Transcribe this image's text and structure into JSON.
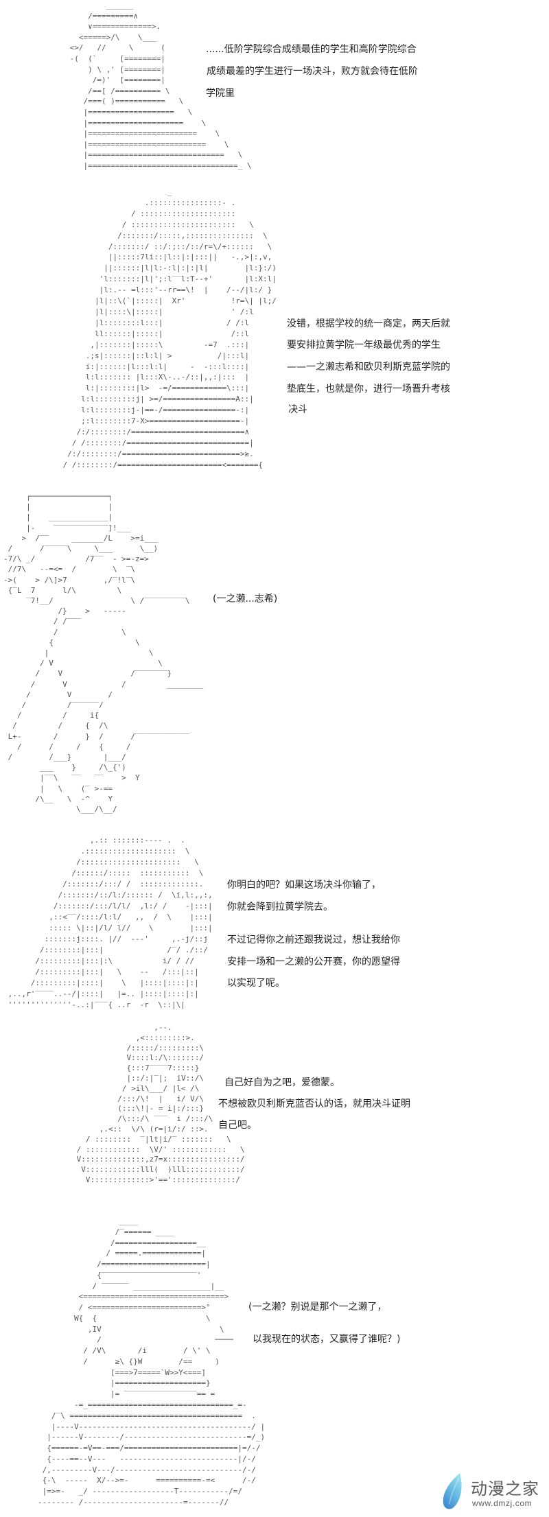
{
  "page": {
    "background": "#ffffff",
    "text_color": "#222222",
    "art_color": "#555555"
  },
  "panels": [
    {
      "id": "panel-1",
      "art": [
        "         ______",
        "     /=========∧",
        "     ∨=============>.",
        "   <=====>/\\    \\___",
        " <>/   //     \\      (",
        " -(  (`     [========|",
        "     ) \\ ,' [========|",
        "      /=)'  [========|",
        "     /==[ /========== \\",
        "    /===( )===========   \\",
        "    |===================   \\",
        "    |=====================    \\",
        "    |========================    \\",
        "    |==========================    \\",
        "    |==============================   \\",
        "    |=================================_ \\"
      ],
      "dialogue": [
        "......低阶学院综合成绩最佳的学生和高阶学院综合",
        "成绩最差的学生进行一场决斗，败方就会待在低阶",
        "学院里"
      ]
    },
    {
      "id": "panel-2",
      "art": [
        "                        _",
        "                   .::::::::::::::::- .",
        "                / :::::::::::::::::::::",
        "              / :::::::::::::::::::::::   \\",
        "             /:::::::/:::::,:::::::::::::::  \\",
        "           /:::::::/ ::/:;::/::/r=\\/+::::::   \\",
        "           ||:::::7li::|l::|:|:::||   -.,>|:,v,",
        "          ||::::::|l|l:-:l|:|:|l|        |l:}:/)",
        "         'l:::::::|l|';:l‾‾l:T--+'       |l:X:l|",
        "         |l:.-- =l:::'--rr==\\!  |    /--/|l:/ }",
        "        |l|::\\(`|:::::|  Xr'          !r=\\| |l;/",
        "        |l|::::\\|:::::|               ' /:l",
        "        |l::::::::l:::|              / /:l",
        "        ll::::::|:::::|               /::l",
        "       ,|:::::::|:::::\\         -=7  .:::|",
        "      .;s|::::::|::l:l| >          /|:::l|",
        "      i:|::::::|l:::l:l|     -  -:::l::::|",
        "      l:l::::::: |l:::X\\-..-/::|,,:|:::  |",
        "      l:|::::::::|l>  -=/============\\:::|",
        "     l:l:::::::::j| >=/================A::|",
        "     l:l::::::::j-|==-/================-:|",
        "     ;:l::::::::7-X>====================-|",
        "    /:/::::::::/=========================∧",
        "   / /::::::::/===========================|",
        "  /:/::::::::/==========================>≥.",
        " / /::::::::/=======================<======={"
      ],
      "dialogue": [
        "没错，根据学校的统一商定，两天后就",
        "要安排拉黄学院一年级最优秀的学生",
        "——一之濑志希和欧贝利斯克蓝学院的",
        "垫底生，也就是你，进行一场晋升考核",
        "决斗"
      ]
    },
    {
      "id": "panel-3",
      "art": [
        "     ┌─────────────────┐",
        "     |                 |",
        "     |    _____________|",
        "     |-    ‾‾‾‾‾‾‾‾‾‾‾‾]!___",
        "    >  /‾‾     _______/L    >=i___",
        " /      /‾‾‾‾‾\\     \\___      \\__)",
        "-7/\\ _/           /7‾‾  - >=-z=>",
        " //7\\   --=<=  /        \\  ‾\\",
        "->(    > /\\]>7        ,/‾!l‾\\",
        " {‾L  7      l/\\         \\",
        "     ‾7!__/                 \\ /‾‾‾‾‾‾‾‾‾\\",
        "            /}    >   -----",
        "           / /‾‾‾",
        "           /              \\",
        "          {                  \\",
        "         |                      \\",
        "        / V                       \\",
        "       /    V               /‾‾‾‾‾‾‾}",
        "      /      V            /         ________",
        "     /        V        /",
        "    /         /‾‾‾‾‾‾/",
        "   /         /     i{",
        "  /         /     {  /\\",
        " L+-       /      }  /      /‾‾‾‾‾‾‾‾‾‾‾‾",
        "   /      /     /    {     /",
        " /        /___}       |___/",
        "        ___    }     /\\_{')",
        "        |‾‾\\   ‾‾   ‾‾    >  Y",
        "        |   \\    (‾ >-==",
        "       /\\__   \\  -^    Y",
        "                \\___/\\__/"
      ],
      "dialogue": [
        "(一之濑...志希)"
      ]
    },
    {
      "id": "panel-4",
      "art": [
        "                   ,.:: :::::::---- .  .",
        "                 .::::::::::::::::::::  \\",
        "                /::::::::::::::::::::::   \\",
        "               /::::::/:::::  :::::::::::  \\",
        "             /:::::::/:::/ /  :::::::::::::.",
        "            /:::::::/::/l:/:::::: /  \\i,l:,,:,",
        "           /:::::::/:::/l/l/  ,l:/ /    -|:::|",
        "          ,::<‾‾/::::/l:l/   ,,  /  \\    |:::|",
        "          ::::: \\|::|/l/ l//    \\        |:::|",
        "         :::::::j::::. |//  ---'     ,.-j/::j",
        "        /::::::::|:::|              /‾/ ./::/",
        "       /:::::::::|:::|:\\           i/ / //",
        "       /:::::::::|:::|   \\    --   /:::|::|",
        "      /:::::::::|::::|    \\   |::::|::::|:|",
        " ,..,r'‾‾‾‾..--/|::::|   |=.. |::::|::::|:|",
        " ''''''''''''''-..:|‾‾‾{ ..r  -r  \\::|\\|"
      ],
      "dialogue": [
        "你明白的吧？如果这场决斗你输了，",
        "你就会降到拉黄学院去。",
        "不过记得你之前还跟我说过，想让我给你",
        "安排一场和一之濑的公开赛，你的愿望得",
        "以实现了呢。"
      ]
    },
    {
      "id": "panel-5",
      "art": [
        "                  ,--.",
        "              ,<:::::::::>.",
        "            /:::::/:::::::::\\",
        "            V::::l:/\\:::::::/",
        "            {:::7‾‾‾‾7:::::}",
        "            |::/:|‾|;  iV::/\\",
        "           / >il\\___/ |l< /\\",
        "          /:::/\\!  |   i/ V/\\",
        "          (:::\\!|- = i|:/:::}",
        "          /\\:::/\\ ‾‾‾  i /:::/\\",
        "      ,.<::  \\/\\ (r=|i/:/ ::>.",
        "   / ::::::::  ‾|lt|i/‾ :::::::   \\",
        " / ::::::::::::  \\V/' ::::::::::::   \\",
        " V::::::::::::::,z7=x::::::::::::::::/",
        "  V::::::::::::lll(  )lll::::::::::::/",
        "   V:::::::::::::>'=='::::::::::::::/"
      ],
      "dialogue": [
        "自己好自为之吧，爱德蒙。",
        "不想被欧贝利斯克蓝否认的话，就用决斗证明",
        "自己吧。"
      ]
    },
    {
      "id": "panel-6",
      "art": [
        "                  ____",
        "                 /‾====== ____",
        "                /==================__",
        "               / =====.=============|",
        "             /=======================|",
        "             {‾‾‾‾‾‾‾‾‾‾‾‾‾‾‾‾‾‾‾‾‾'",
        "            / ‾‾‾‾‾‾ _________________|__",
        "         <===============================>",
        "         / <========================>°",
        "        W{  {                        \\",
        "           ,IV                          \\",
        "             /                         ────",
        "          / /V\\       /i        / \\' \\",
        "          /      ≥\\ {}W        /==     )",
        "                [===>7=====`W>>Y<===]",
        "                |====================}",
        "                |= ‾‾‾‾‾‾‾‾‾‾‾‾‾‾‾‾== =",
        "        -=_================================_=-",
        "   /‾\\ ======================================  .",
        "   |----V--------------------------------------/ |",
        "  |------V--------/---------------------------=/_)",
        "  {======-=V==-===/=========================|=/-/",
        "  {----==--V---   --------------------------|/-/",
        " /,---------V---/----------------------------/-/",
        " {-\\  -----  X/-->=-      ==========-=<      /-/",
        " |=>=-   _/ ------------------T-----------/=/",
        "-------- /----------------------=-------//"
      ],
      "dialogue": [
        "(一之濑？别说是那个一之濑了，",
        "以我现在的状态，又赢得了谁呢？)"
      ]
    }
  ],
  "watermark": {
    "brand": "动漫之家",
    "url": "www.dmzj.com",
    "icon": "flame-logo-icon",
    "colors": {
      "logo_top": "#9be3ef",
      "logo_bottom": "#3f86d0",
      "text": "#5c5c5c"
    }
  }
}
